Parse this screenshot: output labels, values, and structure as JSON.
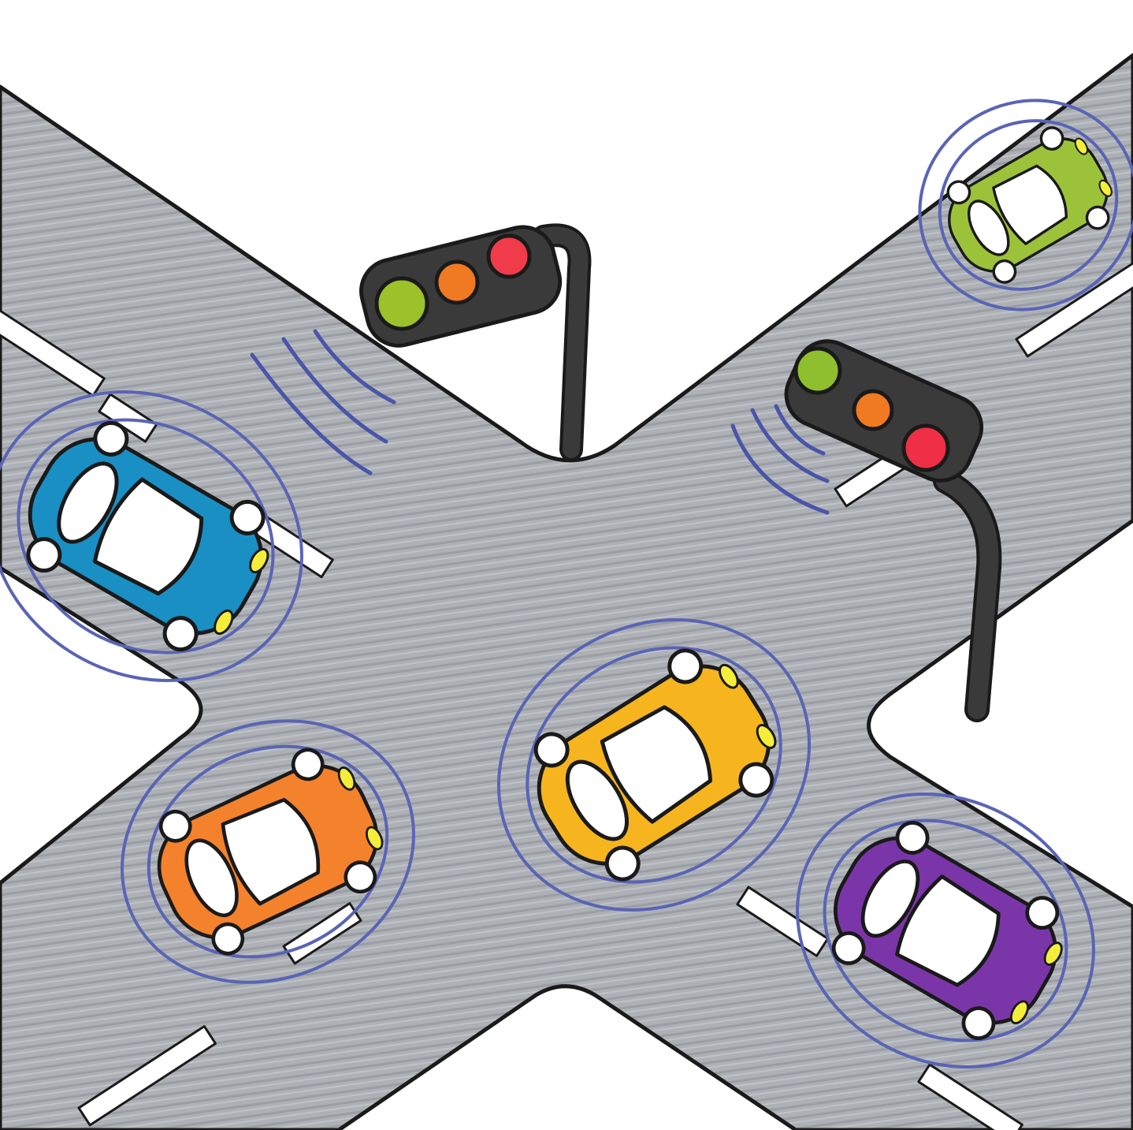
{
  "scene": {
    "background": "#ffffff",
    "road_color": "#a9adb3",
    "road_dark_color": "#8d9197",
    "lane_marking_color": "#ffffff",
    "signal_ring_color": "#5a64b4"
  },
  "traffic_lights": [
    {
      "name": "left-traffic-light",
      "housing": "#3a3a3a",
      "lights": [
        "#9cc12a",
        "#f07a22",
        "#ef3b4a"
      ]
    },
    {
      "name": "right-traffic-light",
      "housing": "#3a3a3a",
      "lights": [
        "#8fbf2e",
        "#f07a22",
        "#ee2f45"
      ]
    }
  ],
  "cars": [
    {
      "name": "blue-car",
      "color": "#1a8fc4"
    },
    {
      "name": "green-car",
      "color": "#9cc23a"
    },
    {
      "name": "yellow-car",
      "color": "#f6b51f"
    },
    {
      "name": "orange-car",
      "color": "#f4822c"
    },
    {
      "name": "purple-car",
      "color": "#7a36a8"
    }
  ]
}
